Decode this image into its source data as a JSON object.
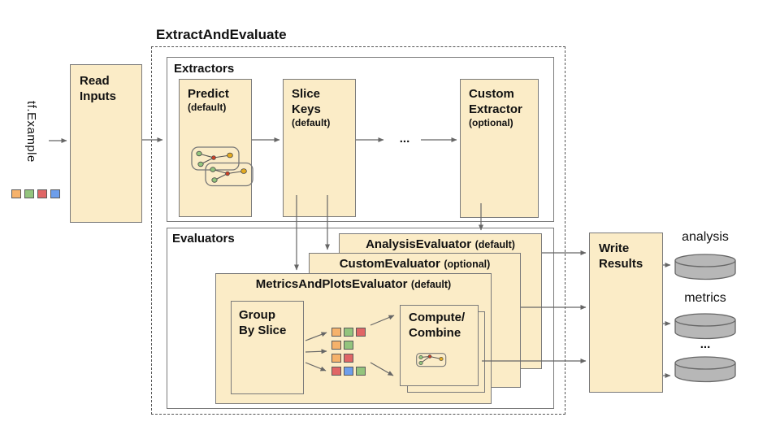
{
  "colors": {
    "box_fill": "#fbecc7",
    "box_border": "#7a7a7a",
    "arrow": "#666666",
    "cylinder_fill": "#b7b7b7",
    "palette": {
      "orange": "#f6b26b",
      "green": "#93c47d",
      "red": "#e06666",
      "blue": "#6d9eeb"
    },
    "icon_nodes": {
      "green": "#93c47d",
      "red": "#cc4125",
      "yellow": "#e3aa21"
    }
  },
  "input": {
    "label": "tf.Example",
    "squares": [
      "orange",
      "green",
      "red",
      "blue"
    ]
  },
  "read_inputs": {
    "lines": [
      "Read",
      "Inputs"
    ]
  },
  "pipeline": {
    "title": "ExtractAndEvaluate"
  },
  "extractors": {
    "title": "Extractors",
    "predict": {
      "name": "Predict",
      "qualifier": "(default)"
    },
    "slice_keys": {
      "lines": [
        "Slice",
        "Keys"
      ],
      "qualifier": "(default)"
    },
    "ellipsis": "...",
    "custom_extractor": {
      "lines": [
        "Custom",
        "Extractor"
      ],
      "qualifier": "(optional)"
    }
  },
  "evaluators": {
    "title": "Evaluators",
    "analysis_evaluator": {
      "name": "AnalysisEvaluator",
      "qualifier": "(default)"
    },
    "custom_evaluator": {
      "name": "CustomEvaluator",
      "qualifier": "(optional)"
    },
    "metrics_and_plots_evaluator": {
      "name": "MetricsAndPlotsEvaluator",
      "qualifier": "(default)"
    },
    "group_by_slice": {
      "lines": [
        "Group",
        "By Slice"
      ]
    },
    "slice_rows": [
      [
        "orange",
        "green",
        "red"
      ],
      [
        "orange",
        "green"
      ],
      [
        "orange",
        "red"
      ],
      [
        "red",
        "blue",
        "green"
      ]
    ],
    "compute_combine": {
      "lines": [
        "Compute/",
        "Combine"
      ]
    }
  },
  "write_results": {
    "lines": [
      "Write",
      "Results"
    ]
  },
  "outputs": [
    {
      "label": "analysis"
    },
    {
      "label": "metrics"
    },
    {
      "label": "..."
    }
  ]
}
